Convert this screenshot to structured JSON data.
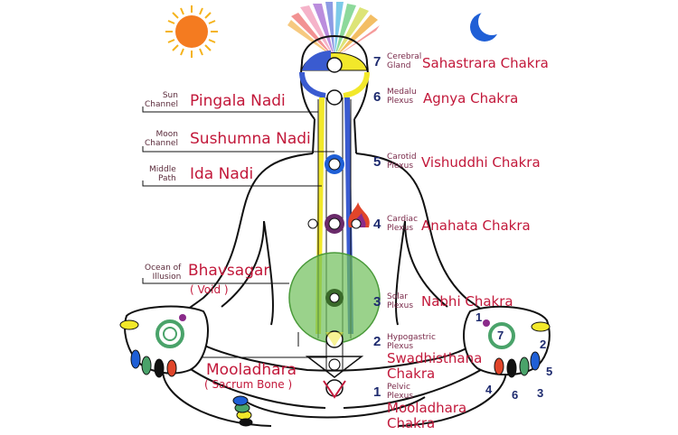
{
  "right_chakras": [
    {
      "num": "7",
      "plexus": [
        "Cerebral",
        "Gland"
      ],
      "name": "Sahastrara Chakra"
    },
    {
      "num": "6",
      "plexus": [
        "Medalu",
        "Plexus"
      ],
      "name": "Agnya Chakra"
    },
    {
      "num": "5",
      "plexus": [
        "Carotid",
        "Plexus"
      ],
      "name": "Vishuddhi Chakra"
    },
    {
      "num": "4",
      "plexus": [
        "Cardiac",
        "Plexus"
      ],
      "name": "Anahata Chakra"
    },
    {
      "num": "3",
      "plexus": [
        "Solar",
        "Plexus"
      ],
      "name": "Nabhi Chakra"
    },
    {
      "num": "2",
      "plexus": [
        "Hypogastric",
        "Plexus"
      ],
      "name": [
        "Swadhisthana",
        "Chakra"
      ]
    },
    {
      "num": "1",
      "plexus": [
        "Pelvic",
        "Plexus"
      ],
      "name": [
        "Mooladhara",
        "Chakra"
      ]
    }
  ],
  "left_labels": [
    {
      "small": [
        "Sun",
        "Channel"
      ],
      "big": "Pingala Nadi"
    },
    {
      "small": [
        "Moon",
        "Channel"
      ],
      "big": "Sushumna Nadi"
    },
    {
      "small": [
        "Middle",
        "Path"
      ],
      "big": "Ida Nadi"
    },
    {
      "small": [
        "Ocean of",
        "Illusion"
      ],
      "big": "Bhavsagar",
      "sub": "( Void )"
    }
  ],
  "mooladhara_left": {
    "big": "Mooladhara",
    "sub": "( Sacrum Bone )"
  },
  "right_hand": {
    "center": "7",
    "fingers": [
      "1",
      "2",
      "5",
      "3",
      "6",
      "4"
    ]
  },
  "colors": {
    "label_red": "#c2183a",
    "number_blue": "#1d2a6e",
    "sun": "#f47b20",
    "moon": "#1f5fd6",
    "void_green": "#6fbf5a",
    "channel_yellow": "#f2e82a",
    "channel_blue": "#3a5bd0"
  }
}
